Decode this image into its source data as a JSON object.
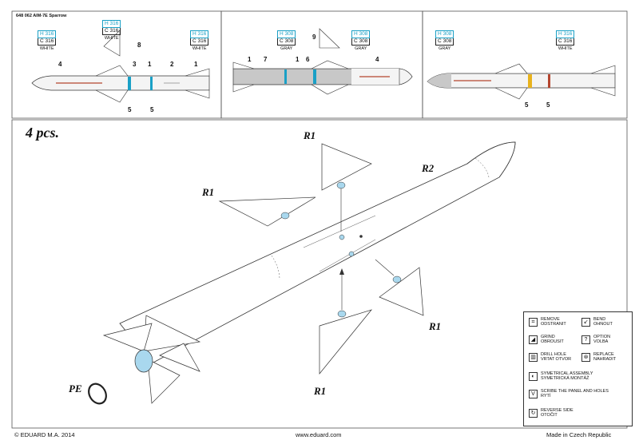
{
  "header": {
    "set_title": "648 062 AIM-7E Sparrow"
  },
  "quantity": "4 pcs.",
  "panel1": {
    "codes": [
      {
        "h": "H 316",
        "c": "C 316",
        "name": "WHITE"
      },
      {
        "h": "H 316",
        "c": "C 316",
        "name": "WHITE"
      },
      {
        "h": "H 316",
        "c": "C 316",
        "name": "WHITE"
      }
    ],
    "callouts": {
      "a": "4",
      "b": "3",
      "c": "2",
      "d": "1",
      "e": "1",
      "f": "5",
      "g": "5",
      "h": "8"
    }
  },
  "panel2": {
    "codes": [
      {
        "h": "H 308",
        "c": "C 308",
        "name": "GRAY"
      },
      {
        "h": "H 308",
        "c": "C 308",
        "name": "GRAY"
      }
    ],
    "callouts": {
      "a": "1",
      "b": "7",
      "c": "1",
      "d": "6",
      "e": "4",
      "f": "9"
    }
  },
  "panel3": {
    "codes": [
      {
        "h": "H 308",
        "c": "C 308",
        "name": "GRAY"
      },
      {
        "h": "H 316",
        "c": "C 316",
        "name": "WHITE"
      }
    ],
    "callouts": {
      "a": "5",
      "b": "5"
    }
  },
  "main_labels": {
    "r1_top": "R1",
    "r1_left": "R1",
    "r2": "R2",
    "r1_right": "R1",
    "r1_bottom": "R1",
    "pe": "PE"
  },
  "legend": [
    {
      "icon": "remove-icon",
      "glyph": "⌗",
      "text1": "REMOVE",
      "text2": "ODSTRANIT"
    },
    {
      "icon": "bend-icon",
      "glyph": "↙",
      "text1": "BEND",
      "text2": "OHNOUT"
    },
    {
      "icon": "grind-icon",
      "glyph": "◢",
      "text1": "GRIND",
      "text2": "OBROUSIT"
    },
    {
      "icon": "option-icon",
      "glyph": "?",
      "text1": "OPTION",
      "text2": "VOLBA"
    },
    {
      "icon": "drill-icon",
      "glyph": "▥",
      "text1": "DRILL HOLE",
      "text2": "VRTAT OTVOR"
    },
    {
      "icon": "replace-icon",
      "glyph": "⊛",
      "text1": "REPLACE",
      "text2": "NAHRADIT"
    },
    {
      "icon": "symmetrical-icon",
      "glyph": "◐",
      "text1": "SYMETRICAL ASSEMBLY",
      "text2": "SYMETRICKÁ MONTÁŽ"
    },
    {
      "icon": "scribe-icon",
      "glyph": "V",
      "text1": "SCRIBE THE PANEL AND HOLES",
      "text2": "RYTÍ"
    },
    {
      "icon": "reverse-icon",
      "glyph": "↻",
      "text1": "REVERSE SIDE",
      "text2": "OTOČIT"
    }
  ],
  "footer": {
    "copyright": "© EDUARD  M.A. 2014",
    "url": "www.eduard.com",
    "made_in": "Made in Czech Republic"
  },
  "colors": {
    "cyan": "#1aa0c6",
    "blue_part": "#a9d8ee",
    "gray_body": "#c8c8c8",
    "stripe_red": "#b5462f",
    "stripe_yellow": "#e8b21d"
  }
}
